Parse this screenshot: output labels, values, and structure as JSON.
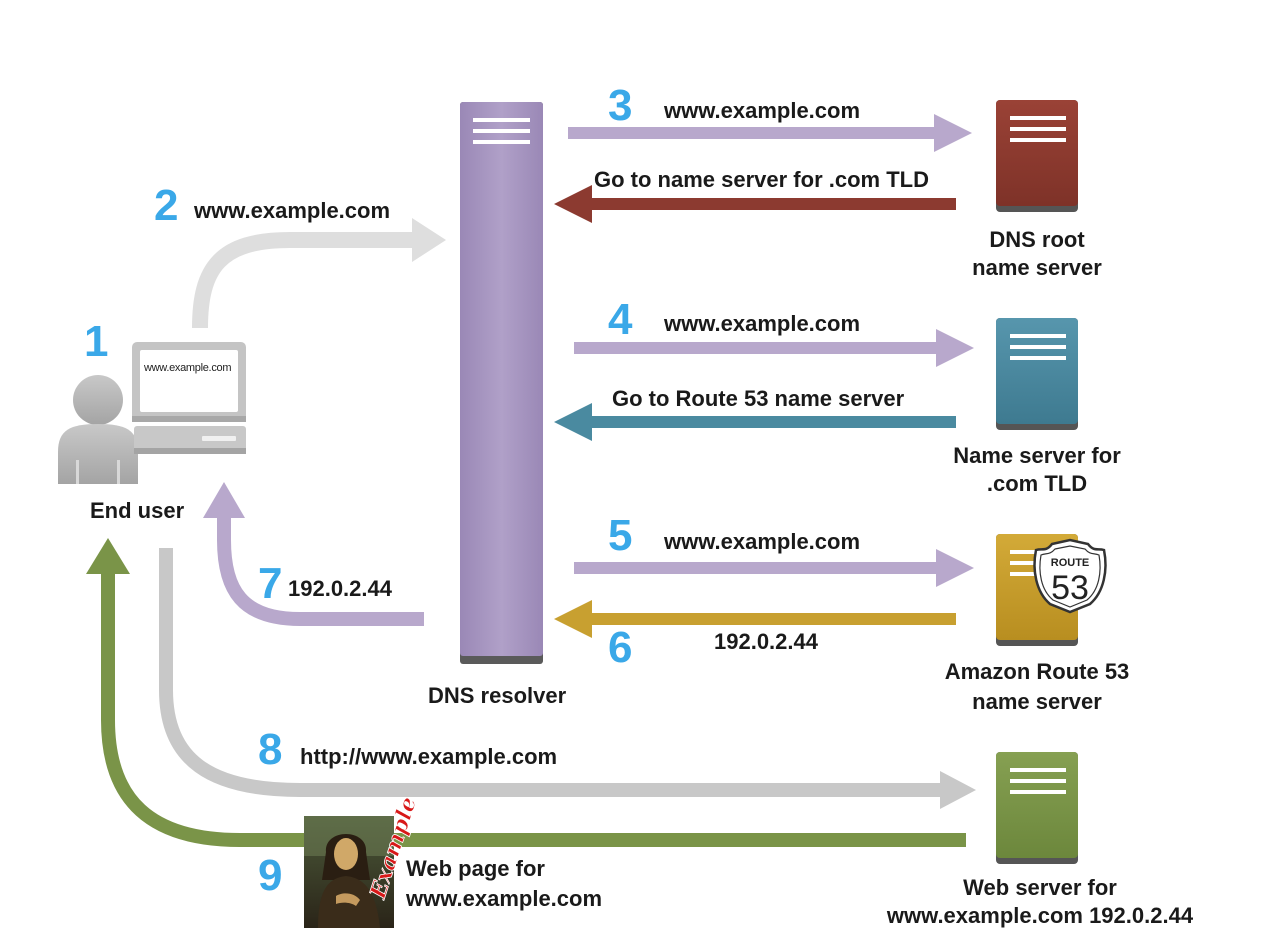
{
  "steps": {
    "s1": "1",
    "s2": "2",
    "s3": "3",
    "s4": "4",
    "s5": "5",
    "s6": "6",
    "s7": "7",
    "s8": "8",
    "s9": "9"
  },
  "flow_labels": {
    "step2": "www.example.com",
    "step3": "www.example.com",
    "root_reply": "Go to name server for .com TLD",
    "step4": "www.example.com",
    "tld_reply": "Go to Route 53 name server",
    "step5": "www.example.com",
    "step6": "192.0.2.44",
    "step7": "192.0.2.44",
    "step8": "http://www.example.com"
  },
  "nodes": {
    "end_user": "End user",
    "browser_screen": "www.example.com",
    "dns_resolver": "DNS resolver",
    "root_line1": "DNS root",
    "root_line2": "name server",
    "tld_line1": "Name server for",
    "tld_line2": ".com TLD",
    "route53_line1": "Amazon Route 53",
    "route53_line2": "name server",
    "web_line1": "Web server for",
    "web_line2": "www.example.com 192.0.2.44",
    "route53_badge_top": "ROUTE",
    "route53_badge_num": "53",
    "page_thumb_text": "Example"
  },
  "webpage": {
    "line1": "Web page for",
    "line2": "www.example.com"
  },
  "colors": {
    "step_number": "#3aa8e8",
    "resolver": "#a898c0",
    "root_server": "#8c3a30",
    "tld_server": "#4a8aa0",
    "route53_server": "#c8a030",
    "web_server": "#7a9448",
    "request_arrow": "#b8a8cc",
    "user_arrow": "#dedede",
    "http_arrow": "#c8c8c8",
    "user_icon": "#b8b8b8"
  },
  "icons": {
    "user": "person-icon",
    "computer": "computer-icon",
    "server": "server-icon",
    "route53": "route53-shield-icon",
    "webpage": "mona-lisa-thumbnail"
  }
}
